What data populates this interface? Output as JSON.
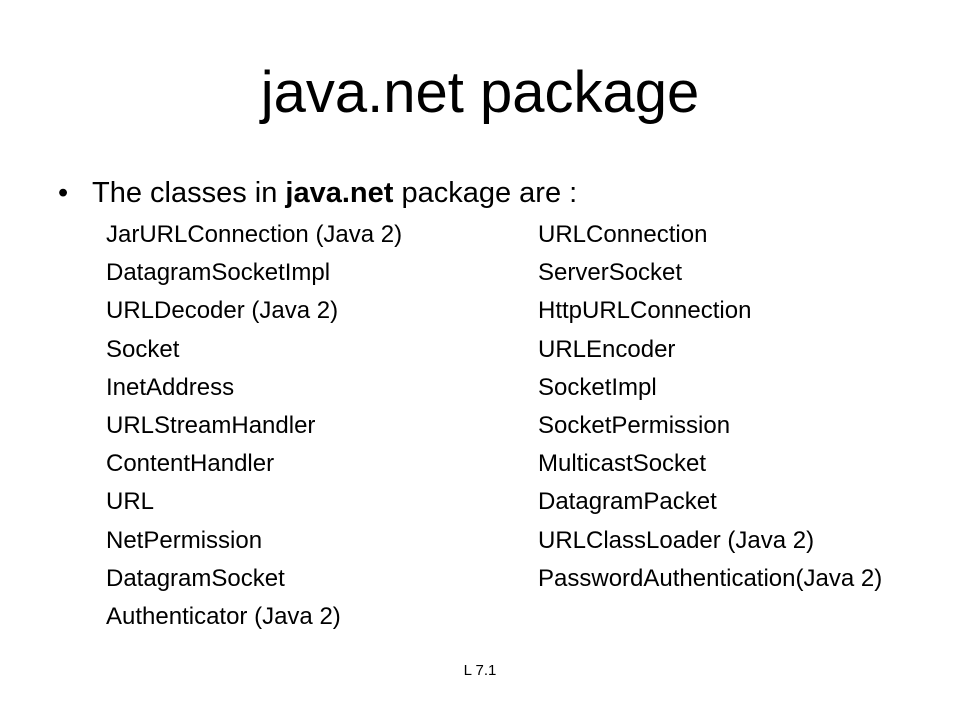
{
  "slide": {
    "title": "java.net package",
    "bullet": {
      "marker": "•",
      "prefix": "The classes in ",
      "emphasis": "java.net",
      "suffix": " package are :"
    },
    "left_column": [
      "JarURLConnection (Java 2)",
      "DatagramSocketImpl",
      "URLDecoder (Java 2)",
      "Socket",
      "InetAddress",
      "URLStreamHandler",
      "ContentHandler",
      "URL",
      "NetPermission",
      "DatagramSocket",
      "Authenticator (Java 2)"
    ],
    "right_column": [
      "URLConnection",
      "ServerSocket",
      "HttpURLConnection",
      "URLEncoder",
      "SocketImpl",
      "SocketPermission",
      "MulticastSocket",
      "DatagramPacket",
      "URLClassLoader (Java 2)",
      "PasswordAuthentication(Java 2)"
    ],
    "footer": "L 7.1"
  }
}
